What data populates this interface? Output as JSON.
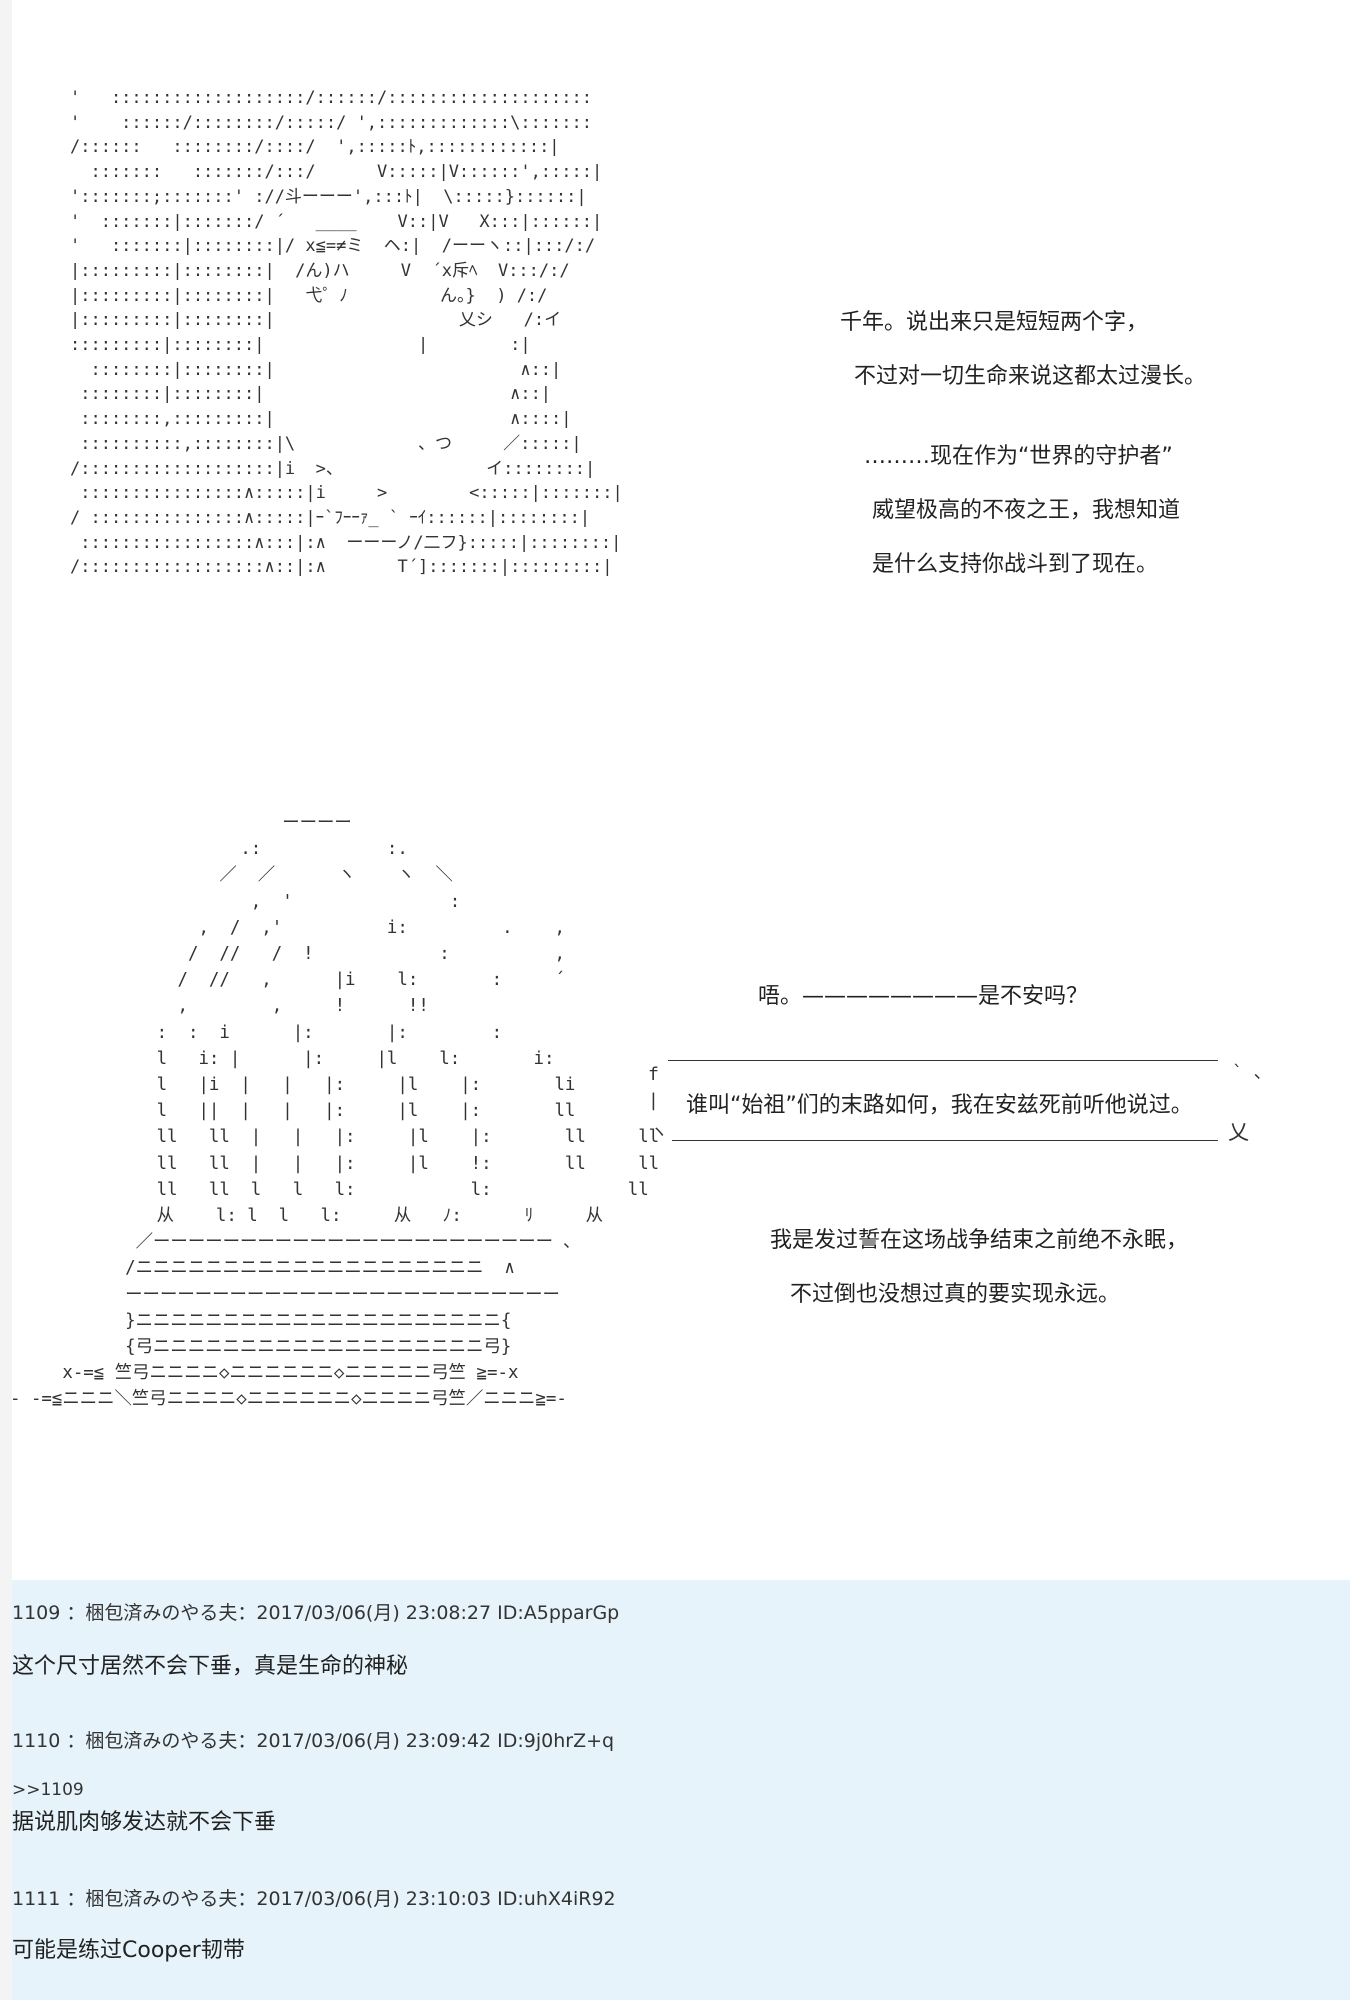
{
  "scene1": {
    "aa": "'   :::::::::::::::::::/::::::/::::::::::::::::::::\n'    ::::::/::::::::/:::::/ ',:::::::::::::\\:::::::\n/::::::   ::::::::/::::/  ',:::::ﾄ,::::::::::::|\n  :::::::   :::::::/:::/      V:::::|V::::::',:::::|\n':::::::;:::::::' ://斗ーーー',:::ﾄ|  \\:::::}::::::|\n'  :::::::|:::::::/ ´   ____    V::|V   X:::|::::::|\n'   :::::::|::::::::|/ x≦=≠ミ  ヘ:|  /ーーヽ::|:::/:/\n|:::::::::|::::::::|  /ん)ハ     V  ´x斥ﾍ  V:::/:/\n|:::::::::|::::::::|   弋゜ﾉ         ん。}  ) /:/\n|:::::::::|::::::::|                  乂シ   /:イ\n:::::::::|::::::::|               |        :|\n  ::::::::|::::::::|                        ∧::|\n ::::::::|::::::::|                        ∧::|\n ::::::::,:::::::::|                       ∧::::|\n ::::::::::,::::::::|\\            、つ     ／:::::|\n/:::::::::::::::::::|i  >、              イ::::::::|\n ::::::::::::::::∧:::::|i     >        <:::::|:::::::|\n/ :::::::::::::::∧:::::|ｰ`ﾌｰｰｧ_ ` ｰｲ::::::|::::::::|\n :::::::::::::::::∧:::|:∧  ーーーノ/二フ}:::::|::::::::|\n/::::::::::::::::::∧::|:∧       T´]:::::::|:::::::::|",
    "lines": [
      "千年。说出来只是短短两个字，",
      "不过对一切生命来说这都太过漫长。",
      "………现在作为“世界的守护者”",
      "威望极高的不夜之王，我想知道",
      "是什么支持你战斗到了现在。"
    ]
  },
  "scene2": {
    "aa": "                          ーーーー\n                      .:            :.\n                    ／  ／      ヽ    ヽ  ＼\n                       ,  '               :\n                  ,  /  ,'          i:         .    ,\n                 /  //   /  !            :          ,\n                /  //   ,      |i    l:       :     ´\n                ,        ,     !      !!\n              :  :  i      |:       |:        :\n              l   i: |      |:     |l    l:       i:\n              l   |i  |   |   |:     |l    |:       li\n              l   ||  |   |   |:     |l    |:       ll\n              ll   ll  |   |   |:     |l    |:       ll     ll\n              ll   ll  |   |   |:     |l    !:       ll     ll\n              ll   ll  l   l   l:           l:             ll\n              从    l: l  l   l:     从   ﾉ:      ﾘ     从\n            ／ーーーーーーーーーーーーーーーーーーーーーーー ､\n           /ニニニニニニニニニニニニニニニニニニニニ  ∧\n           ーーーーーーーーーーーーーーーーーーーーーーーーー\n           }ニニニニニニニニニニニニニニニニニニニニニ{\n           {弓ニニニニニニニニニニニニニニニニニニニ弓}\n     x-=≦ 竺弓ニニニニ◇ニニニニニニ◇ニニニニニ弓竺 ≧=-x\n- -=≦ニニニ＼竺弓ニニニニ◇ニニニニニニ◇ニニニニ弓竺／ニニニ≧=-",
    "question": "唔。————————是不安吗？",
    "bubble_text": "谁叫“始祖”们的末路如何，我在安兹死前听他说过。",
    "bubble_tail": "乂",
    "lines": [
      "我是发过誓在这场战争结束之前绝不永眠，",
      "不过倒也没想过真的要实现永远。"
    ]
  },
  "posts": [
    {
      "header": "1109 ：梱包済みのやる夫：2017/03/06(月) 23:08:27 ID:A5pparGp",
      "quote": "",
      "body": "这个尺寸居然不会下垂，真是生命的神秘"
    },
    {
      "header": "1110 ：梱包済みのやる夫：2017/03/06(月) 23:09:42 ID:9j0hrZ+q",
      "quote": ">>1109",
      "body": "据说肌肉够发达就不会下垂"
    },
    {
      "header": "1111 ：梱包済みのやる夫：2017/03/06(月) 23:10:03 ID:uhX4iR92",
      "quote": "",
      "body": "可能是练过Cooper韧带"
    }
  ],
  "colors": {
    "thread_background": "#e6f3fb",
    "page_background": "#ffffff"
  }
}
